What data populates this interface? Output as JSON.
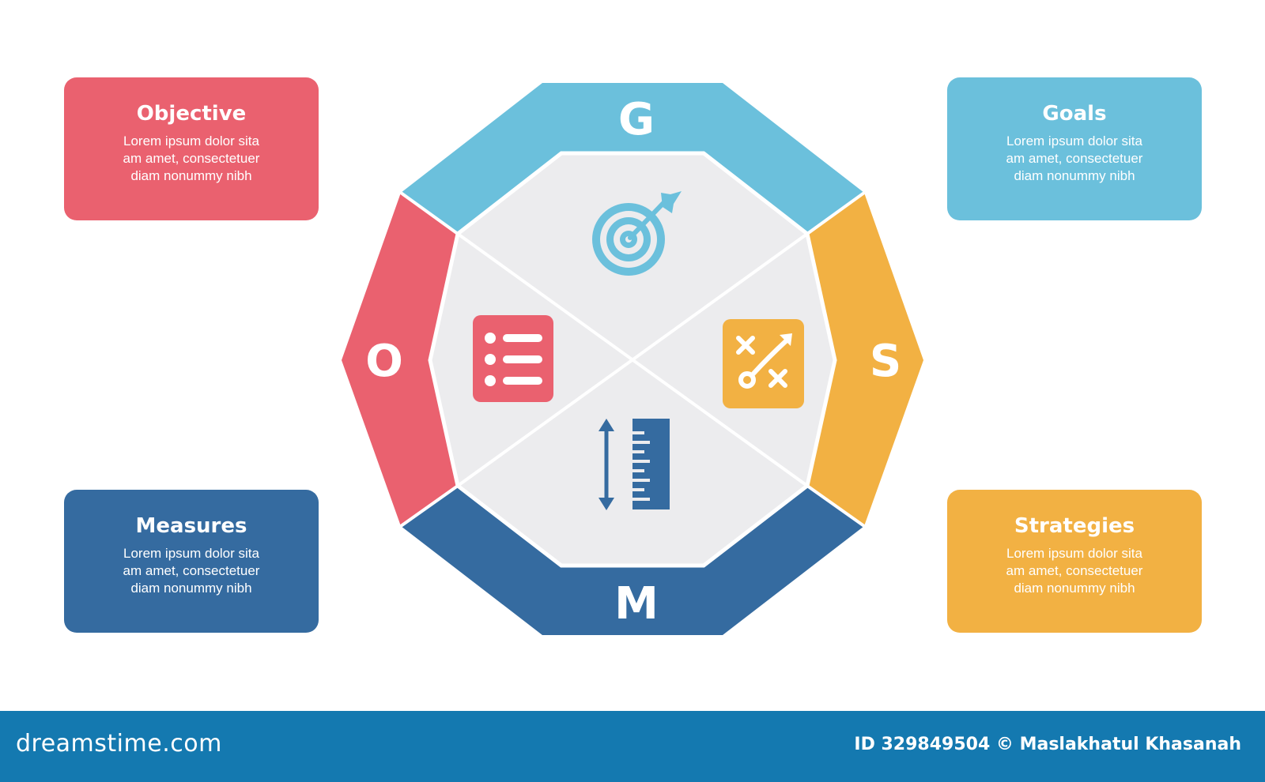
{
  "colors": {
    "objective": "#ea616f",
    "goals": "#6bc0dc",
    "strategies": "#f2b143",
    "measures": "#356ba0",
    "center": "#ececee",
    "footer": "#1479b0"
  },
  "cards": {
    "objective": {
      "title": "Objective",
      "body": "Lorem ipsum dolor sita am amet, consectetuer diam nonummy  nibh"
    },
    "goals": {
      "title": "Goals",
      "body": "Lorem ipsum dolor sita am amet, consectetuer diam nonummy  nibh"
    },
    "measures": {
      "title": "Measures",
      "body": "Lorem ipsum dolor sita am amet, consectetuer diam nonummy  nibh"
    },
    "strategies": {
      "title": "Strategies",
      "body": "Lorem ipsum dolor sita am amet, consectetuer diam nonummy  nibh"
    }
  },
  "octagon": {
    "letter_top": "G",
    "letter_left": "O",
    "letter_right": "S",
    "letter_bottom": "M",
    "icons": {
      "top": "target-arrow-icon",
      "left": "list-icon",
      "right": "strategy-play-icon",
      "bottom": "ruler-measure-icon"
    }
  },
  "footer": {
    "logo": "dreamstime.com",
    "credit": "ID 329849504 © Maslakhatul Khasanah"
  }
}
